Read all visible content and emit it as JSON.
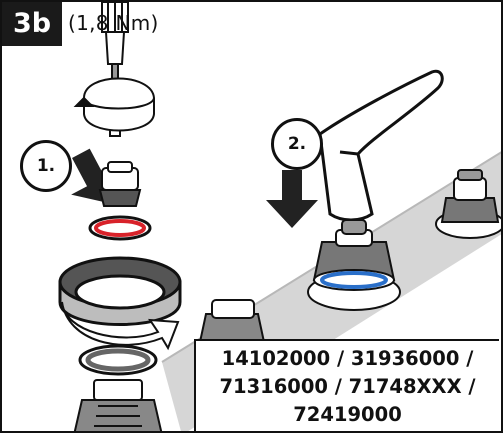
{
  "step": {
    "label": "3b",
    "torque": "(1,8 Nm)"
  },
  "substeps": [
    {
      "label": "1."
    },
    {
      "label": "2."
    }
  ],
  "product_codes": {
    "lines": [
      "14102000 / 31936000 /",
      "71316000 / 71748XXX /",
      "72419000"
    ]
  }
}
